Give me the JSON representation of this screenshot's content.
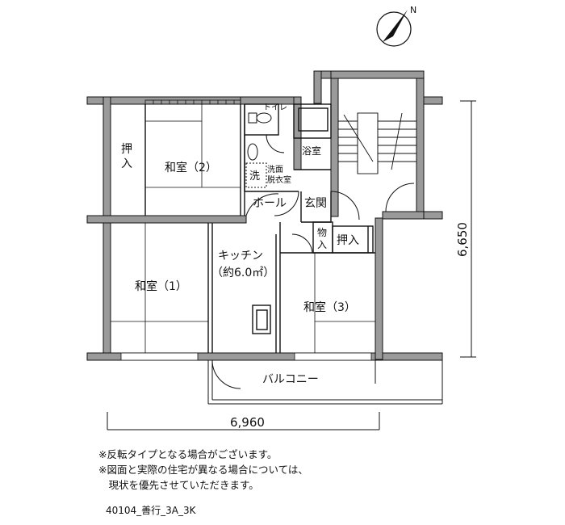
{
  "rooms": {
    "washitsu_1": "和室（1）",
    "washitsu_2": "和室（2）",
    "washitsu_3": "和室（3）",
    "kitchen": "キッチン",
    "kitchen_size": "（約6.0㎡）",
    "hall": "ホール",
    "genkan": "玄関",
    "bath": "浴室",
    "wash": "洗",
    "wash_room_1": "洗面",
    "wash_room_2": "脱衣室",
    "toilet": "トイレ",
    "oshiire_left_1": "押",
    "oshiire_left_2": "入",
    "oshiire_right": "押入",
    "monoire_1": "物",
    "monoire_2": "入",
    "balcony": "バルコニー"
  },
  "dimensions": {
    "width": "6,960",
    "depth": "6,650"
  },
  "compass": {
    "north": "N"
  },
  "notes": [
    "※反転タイプとなる場合がございます。",
    "※図面と実際の住宅が異なる場合については、",
    "　現状を優先させていただきます。"
  ],
  "code": "40104_善行_3A_3K"
}
